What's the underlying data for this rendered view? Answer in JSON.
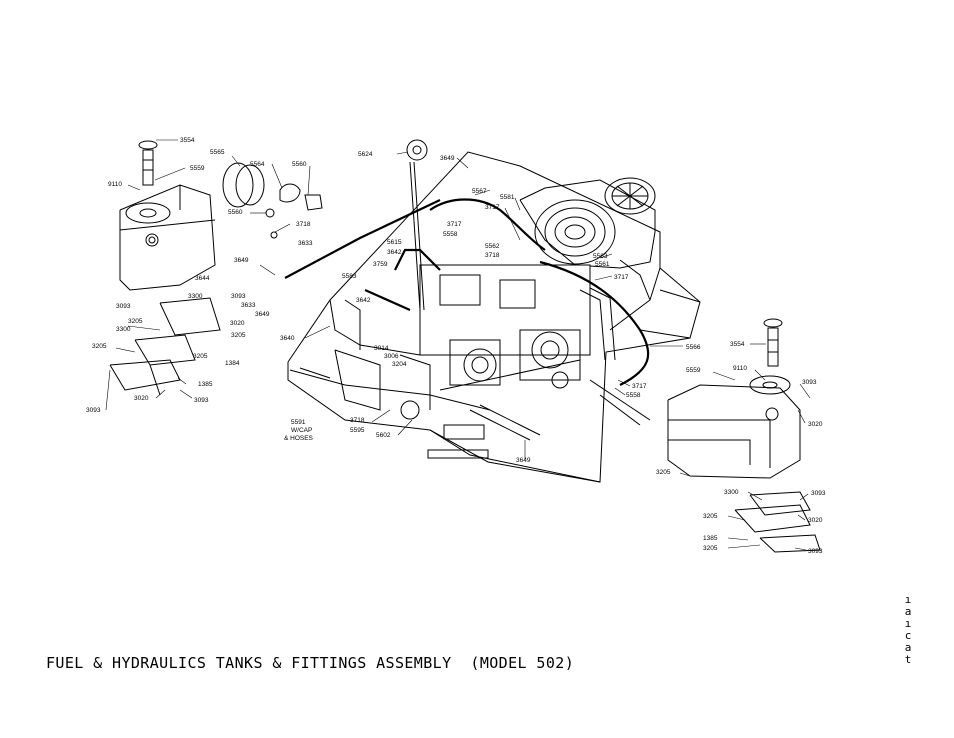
{
  "caption": "FUEL & HYDRAULICS TANKS & FITTINGS ASSEMBLY  (MODEL 502)",
  "side_text": [
    "ı",
    "a",
    "ı",
    "c",
    "a",
    "t"
  ],
  "part_labels": {
    "l3554": "3554",
    "l5565": "5565",
    "l5564": "5564",
    "l5560a": "5560",
    "l5559a": "5559",
    "l9110a": "9110",
    "l5560b": "5560",
    "l3718a": "3718",
    "l3633": "3633",
    "l5624": "5624",
    "l3649a": "3649",
    "l3649b": "3649",
    "l3644": "3644",
    "l3093a": "3093",
    "l3300a": "3300",
    "l3093b": "3093",
    "l3633b": "3633",
    "l3649c": "3649",
    "l3205a": "3205",
    "l3020a": "3020",
    "l3300b": "3300",
    "l3205b": "3205",
    "l3205c": "3205",
    "l3205d": "3205",
    "l1384": "1384",
    "l3640": "3640",
    "l1385a": "1385",
    "l3020b": "3020",
    "l3093c": "3093",
    "l3093d": "3093",
    "l5567": "5567",
    "l5581": "5581",
    "l3717a": "3717",
    "l3717b": "3717",
    "l5558a": "5558",
    "l5615": "5615",
    "l3642a": "3642",
    "l5562": "5562",
    "l3718b": "3718",
    "l5563": "5563",
    "l5561": "5561",
    "l3759": "3759",
    "l5583": "5583",
    "l3717c": "3717",
    "l3642b": "3642",
    "l3014": "3014",
    "l3006": "3006",
    "l3204": "3204",
    "l5566": "5566",
    "l3717d": "3717",
    "l5558b": "5558",
    "l5591": "5591",
    "l5591b": "W/CAP",
    "l5591c": "& HOSES",
    "l3718c": "3718",
    "l5595": "5595",
    "l5602": "5602",
    "l3649d": "3649",
    "l3554b": "3554",
    "l5559b": "5559",
    "l9110b": "9110",
    "l3093e": "3093",
    "l3020c": "3020",
    "l3205e": "3205",
    "l3300c": "3300",
    "l3093f": "3093",
    "l3205f": "3205",
    "l3020d": "3020",
    "l1385b": "1385",
    "l3205g": "3205",
    "l3093g": "3093"
  }
}
